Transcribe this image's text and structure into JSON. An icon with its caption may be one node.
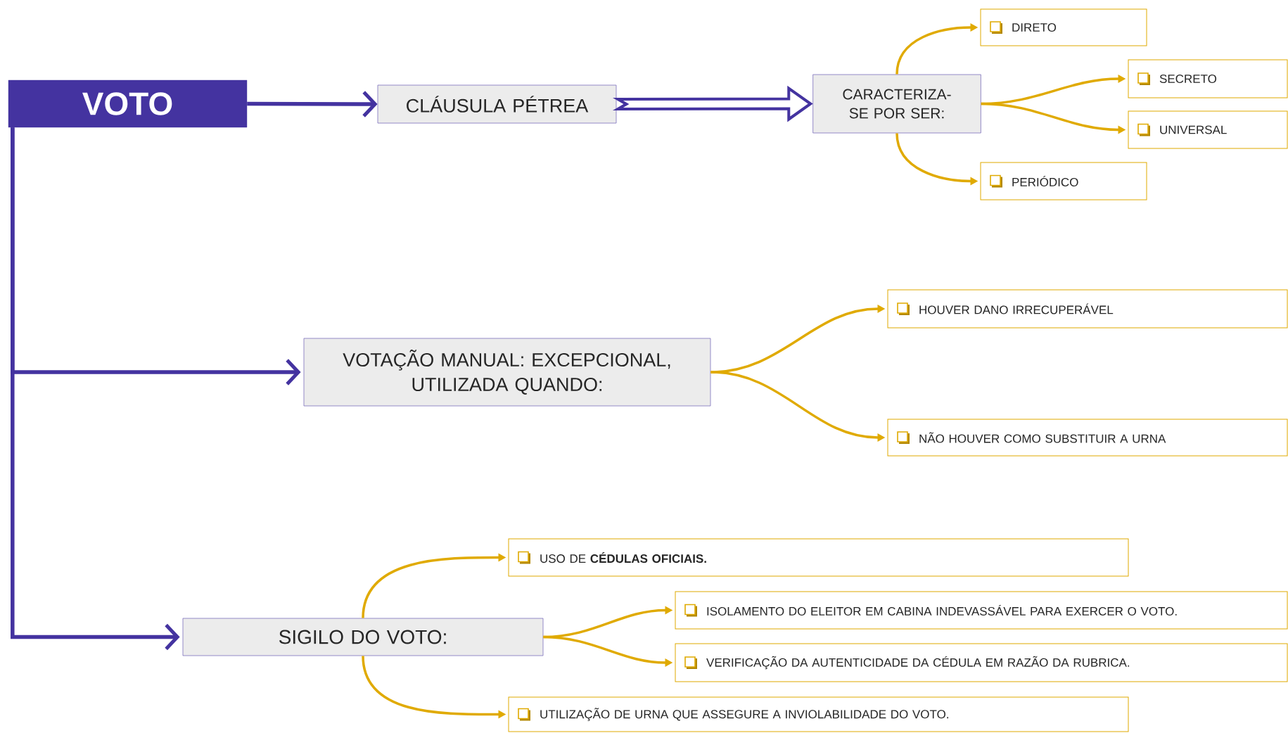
{
  "diagram": {
    "nodes": [
      {
        "text": [
          "VOTO"
        ]
      },
      {
        "text": [
          "CLÁUSULA PÉTREA"
        ]
      },
      {
        "text": [
          "CARACTERIZA-SE POR SER:"
        ]
      },
      {
        "text": [
          "DIRETO"
        ]
      },
      {
        "text": [
          "SECRETO"
        ]
      },
      {
        "text": [
          "UNIVERSAL"
        ]
      },
      {
        "text": [
          "PERIÓDICO"
        ]
      },
      {
        "text": [
          "VOTAÇÃO MANUAL: EXCEPCIONAL, UTILIZADA QUANDO:"
        ]
      },
      {
        "text": [
          "HOUVER DANO IRRECUPERÁVEL"
        ]
      },
      {
        "text": [
          "NÃO HOUVER COMO SUBSTITUIR A URNA"
        ]
      },
      {
        "text": [
          "SIGILO DO VOTO:"
        ]
      },
      {
        "text": [
          "USO DE **CÉDULAS OFICIAIS.**"
        ]
      },
      {
        "text": [
          "ISOLAMENTO DO ELEITOR EM CABINA INDEVASSÁVEL PARA EXERCER O VOTO."
        ]
      },
      {
        "text": [
          "VERIFICAÇÃO DA AUTENTICIDADE DA CÉDULA EM RAZÃO DA RUBRICA."
        ]
      },
      {
        "text": [
          "UTILIZAÇÃO DE URNA QUE ASSEGURE A INVIOLABILIDADE DO VOTO."
        ]
      }
    ],
    "edges": [
      {
        "from": 0,
        "to": 1,
        "arrow": "to",
        "color": "#4433a0"
      },
      {
        "from": 1,
        "to": 2,
        "arrow": "to",
        "style": "thick",
        "color": "#4433a0"
      },
      {
        "from": 2,
        "to": 3,
        "arrow": "to"
      },
      {
        "from": 2,
        "to": 4,
        "arrow": "to"
      },
      {
        "from": 2,
        "to": 5,
        "arrow": "to"
      },
      {
        "from": 2,
        "to": 6,
        "arrow": "to"
      },
      {
        "from": 0,
        "to": 7,
        "arrow": "to",
        "color": "#4433a0"
      },
      {
        "from": 7,
        "to": 8,
        "arrow": "to"
      },
      {
        "from": 7,
        "to": 9,
        "arrow": "to"
      },
      {
        "from": 0,
        "to": 10,
        "arrow": "to",
        "color": "#4433a0"
      },
      {
        "from": 10,
        "to": 11,
        "arrow": "to"
      },
      {
        "from": 10,
        "to": 12,
        "arrow": "to"
      },
      {
        "from": 10,
        "to": 13,
        "arrow": "to"
      },
      {
        "from": 10,
        "to": 14,
        "arrow": "to"
      }
    ]
  }
}
